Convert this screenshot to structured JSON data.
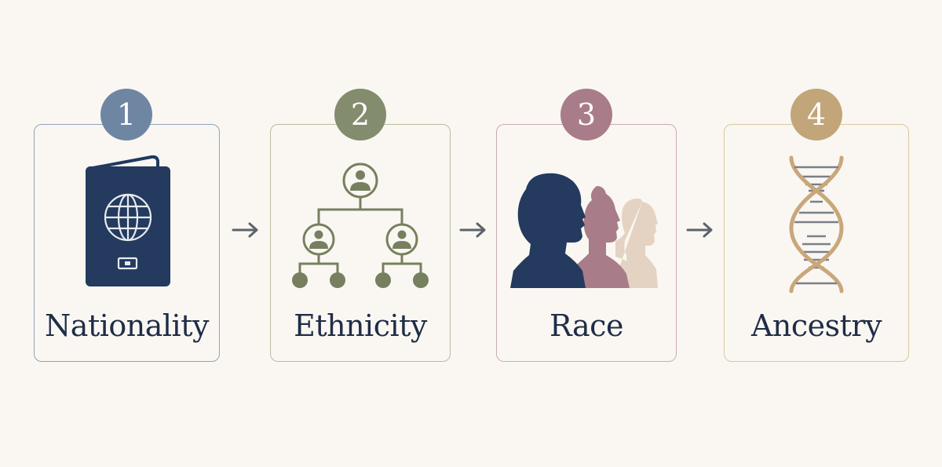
{
  "steps": [
    {
      "number": "1",
      "label": "Nationality",
      "icon": "passport-icon",
      "color": "#6f86a3"
    },
    {
      "number": "2",
      "label": "Ethnicity",
      "icon": "family-tree-icon",
      "color": "#838c6c"
    },
    {
      "number": "3",
      "label": "Race",
      "icon": "profiles-icon",
      "color": "#a87c88"
    },
    {
      "number": "4",
      "label": "Ancestry",
      "icon": "dna-icon",
      "color": "#c2a578"
    }
  ],
  "colors": {
    "background": "#faf7f2",
    "text": "#1f2d47",
    "arrow": "#5c636b"
  }
}
